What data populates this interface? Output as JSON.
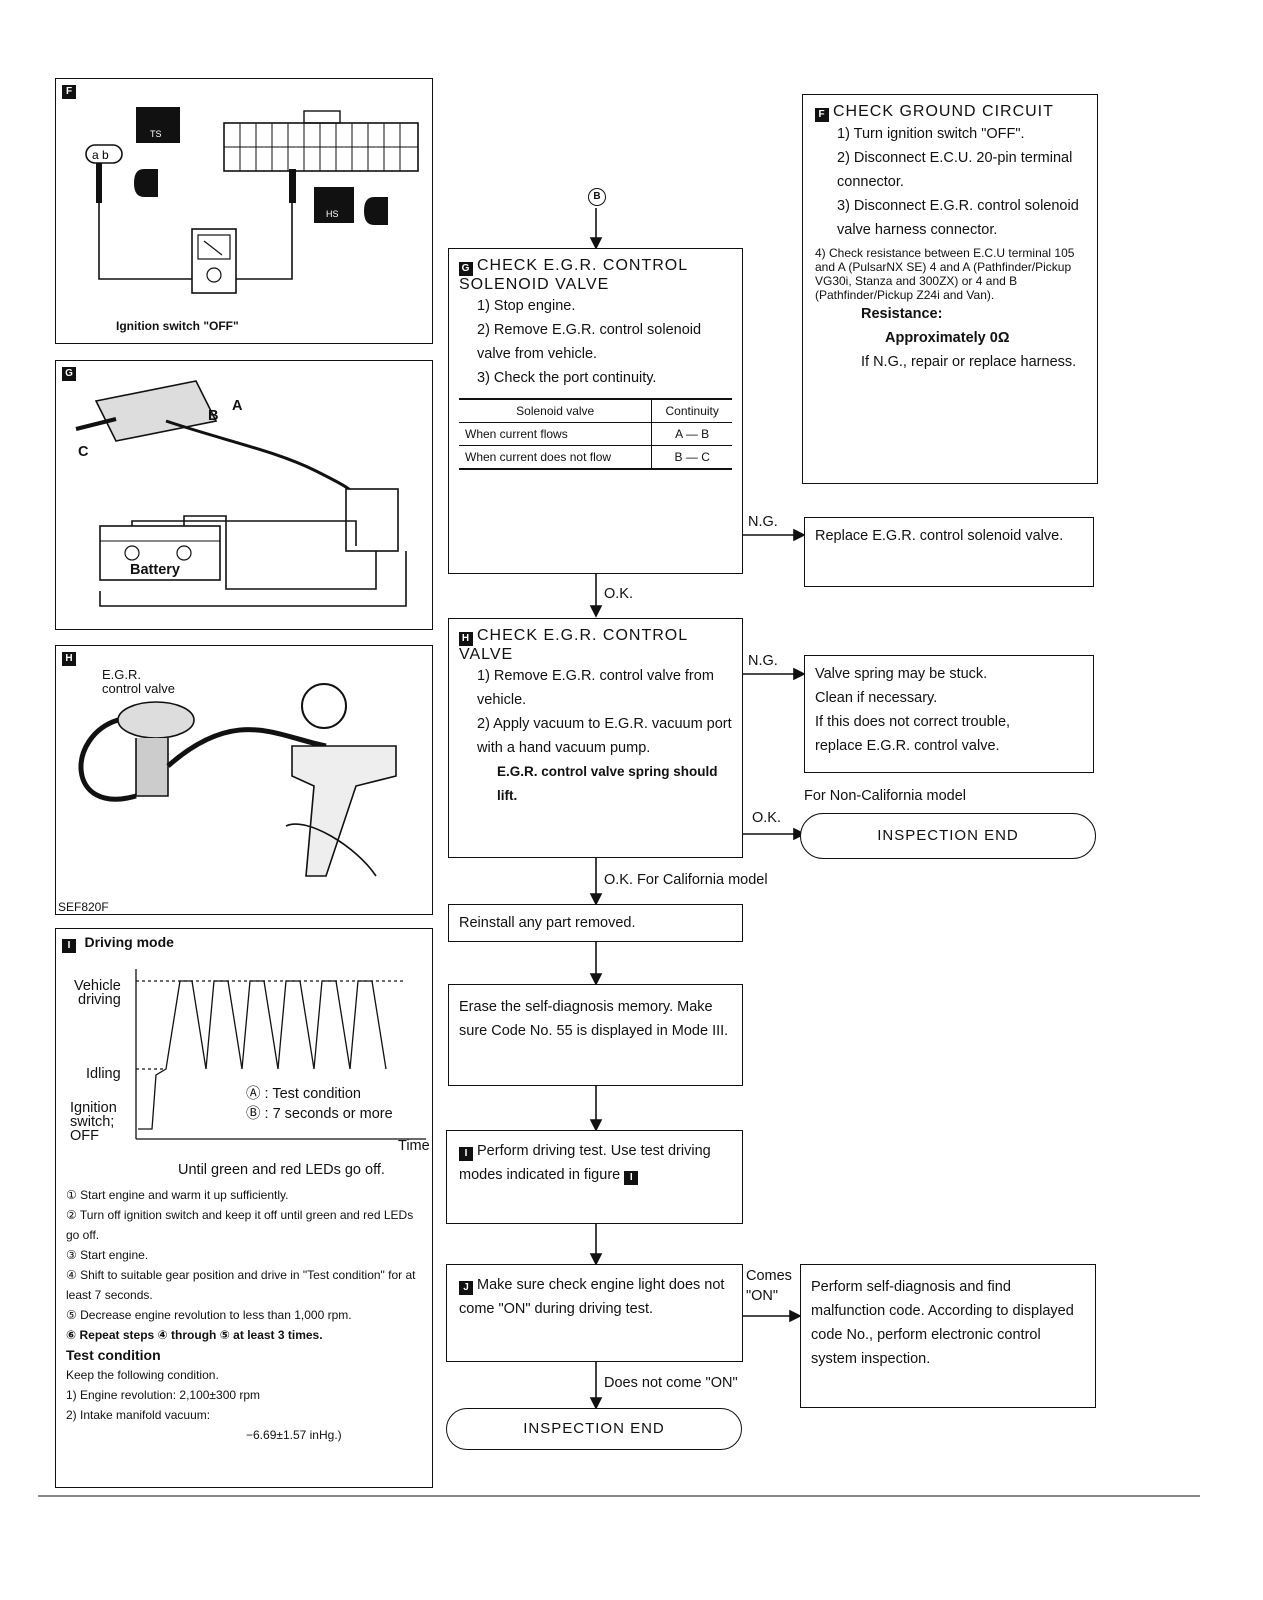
{
  "colors": {
    "ink": "#111111",
    "paper": "#ffffff"
  },
  "panel_f": {
    "badge": "F",
    "caption": "Ignition switch \"OFF\"",
    "icons": [
      "ts-icon",
      "disconnect-icon",
      "hs-icon",
      "ohmmeter-icon",
      "connector-icon"
    ]
  },
  "panel_g": {
    "badge": "G",
    "label_a": "A",
    "label_b": "B",
    "label_c": "C",
    "battery": "Battery"
  },
  "panel_h": {
    "badge": "H",
    "label": "E.G.R.\ncontrol valve",
    "code": "SEF820F"
  },
  "panel_i": {
    "badge": "I",
    "title": "Driving mode",
    "y_labels": {
      "vehicle": "Vehicle\ndriving",
      "idling": "Idling",
      "ignition": "Ignition\nswitch;\nOFF"
    },
    "x_label": "Time",
    "legend_a": ": Test condition",
    "legend_b": ": 7 seconds or more",
    "until": "Until green and red LEDs go off.",
    "steps": [
      "Start engine and warm it up sufficiently.",
      "Turn off ignition switch and keep it off until green and red LEDs go off.",
      "Start engine.",
      "Shift to suitable gear position and drive in \"Test condition\" for at least 7 seconds.",
      "Decrease engine revolution to less than 1,000 rpm.",
      "Repeat steps ④ through ⑤ at least 3 times."
    ],
    "step_markers": [
      "①",
      "②",
      "③",
      "④",
      "⑤",
      "⑥"
    ],
    "test_title": "Test condition",
    "test_intro": "Keep the following condition.",
    "test_1": "1) Engine revolution: 2,100±300 rpm",
    "test_2": "2) Intake manifold vacuum:",
    "test_2b": "−6.69±1.57 inHg.)"
  },
  "flow": {
    "connector_b": "B",
    "box_g": {
      "badge": "G",
      "title": "CHECK E.G.R. CONTROL SOLENOID VALVE",
      "steps": [
        "1) Stop engine.",
        "2) Remove E.G.R. control solenoid valve from vehicle.",
        "3) Check the port continuity."
      ],
      "table_head": [
        "Solenoid valve",
        "Continuity"
      ],
      "table_rows": [
        [
          "When current flows",
          "A — B"
        ],
        [
          "When current does not flow",
          "B — C"
        ]
      ]
    },
    "box_f": {
      "badge": "F",
      "title": "CHECK GROUND CIRCUIT",
      "steps": [
        "1) Turn ignition switch \"OFF\".",
        "2) Disconnect E.C.U. 20-pin terminal connector.",
        "3) Disconnect E.G.R. control solenoid valve harness connector."
      ],
      "step4": "4) Check resistance between E.C.U terminal 105 and A (PulsarNX SE) 4 and A (Pathfinder/Pickup VG30i, Stanza and 300ZX) or 4 and B (Pathfinder/Pickup Z24i and Van).",
      "resistance_label": "Resistance:",
      "resistance_value": "Approximately 0Ω",
      "ng": "If N.G., repair or replace harness."
    },
    "ng1": "N.G.",
    "replace_solenoid": "Replace E.G.R. control solenoid valve.",
    "ok1": "O.K.",
    "box_h": {
      "badge": "H",
      "title": "CHECK E.G.R. CONTROL VALVE",
      "step1": "1) Remove E.G.R. control valve from vehicle.",
      "step2": "2) Apply vacuum to E.G.R. vacuum port with a hand vacuum pump.",
      "bold": "E.G.R. control valve spring should lift."
    },
    "ng2": "N.G.",
    "valve_stuck": [
      "Valve spring may be stuck.",
      "Clean if necessary.",
      "If this does not correct trouble,",
      "replace E.G.R. control valve."
    ],
    "non_california": "For Non-California model",
    "ok2": "O.K.",
    "inspection_end_1": "INSPECTION END",
    "ok3": "O.K.  For California model",
    "reinstall": "Reinstall any part removed.",
    "erase": "Erase the self-diagnosis memory. Make sure Code No. 55 is displayed in Mode III.",
    "box_i": {
      "badge": "I",
      "text": "Perform driving test. Use test driving modes indicated in figure",
      "badge2": "I"
    },
    "box_j": {
      "badge": "J",
      "text": "Make sure check engine light does not come \"ON\" during driving test."
    },
    "comes_on": "Comes\n\"ON\"",
    "perform_self": "Perform self-diagnosis and find malfunction code. According to displayed code No., perform electronic control system inspection.",
    "does_not": "Does not come \"ON\"",
    "inspection_end_2": "INSPECTION END"
  }
}
